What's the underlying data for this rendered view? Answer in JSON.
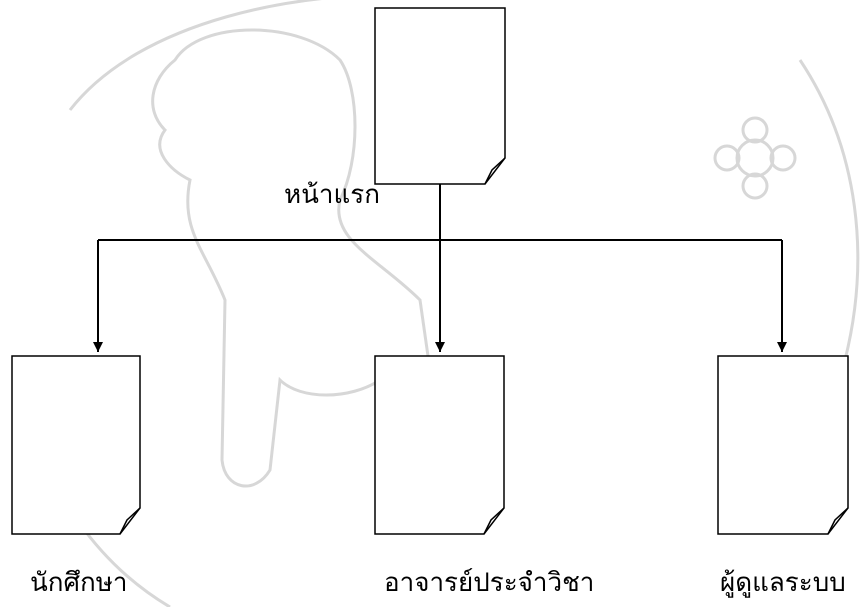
{
  "diagram": {
    "root": {
      "label": "หน้าแรก"
    },
    "children": [
      {
        "label": "นักศึกษา"
      },
      {
        "label": "อาจารย์ประจำวิชา"
      },
      {
        "label": "ผู้ดูแลระบบ"
      }
    ]
  },
  "colors": {
    "stroke": "#000000",
    "watermark": "#d7d7d7",
    "background": "#ffffff"
  }
}
